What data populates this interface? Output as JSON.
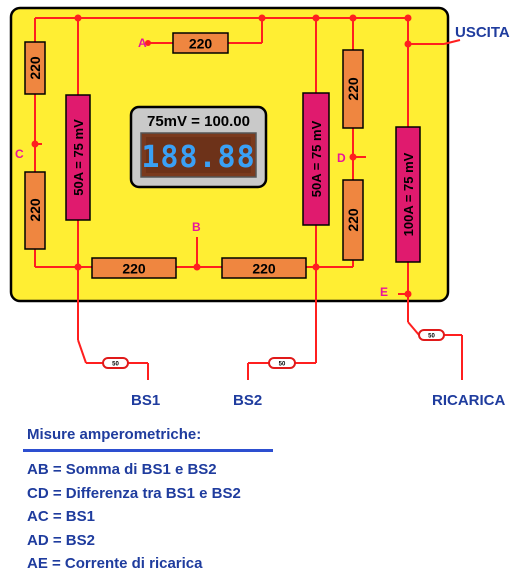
{
  "meter": {
    "scale_label": "75mV = 100.00",
    "display": "188.88"
  },
  "resistors": {
    "r_a": "220",
    "r_c_top": "220",
    "r_c_bottom": "220",
    "r_d_top": "220",
    "r_d_bottom": "220",
    "r_b_left": "220",
    "r_b_right": "220"
  },
  "shunts": {
    "bs1": "50A = 75 mV",
    "bs2": "50A = 75 mV",
    "ricarica": "100A = 75 mV"
  },
  "nodes": {
    "a": "A",
    "b": "B",
    "c": "C",
    "d": "D",
    "e": "E"
  },
  "terminals": {
    "uscita": "USCITA",
    "bs1": "BS1",
    "bs2": "BS2",
    "ricarica": "RICARICA"
  },
  "fuses": {
    "bs1": "50",
    "bs2": "50",
    "ricarica": "50"
  },
  "legend": {
    "title": "Misure amperometriche:",
    "lines": [
      "AB = Somma di BS1 e BS2",
      "CD = Differenza tra BS1 e BS2",
      "AC = BS1",
      "AD = BS2",
      "AE = Corrente di ricarica"
    ]
  },
  "colors": {
    "board": "#ffee33",
    "board_border": "#000000",
    "wire": "#ff1f1f",
    "resistor": "#ef8640",
    "shunt": "#e01a6e",
    "node_label": "#e8149c",
    "terminal_label": "#1f3c9e",
    "meter_body": "#c9c9c9",
    "lcd_bg": "#7a3a1e",
    "lcd_digits": "#3aa0f5"
  }
}
